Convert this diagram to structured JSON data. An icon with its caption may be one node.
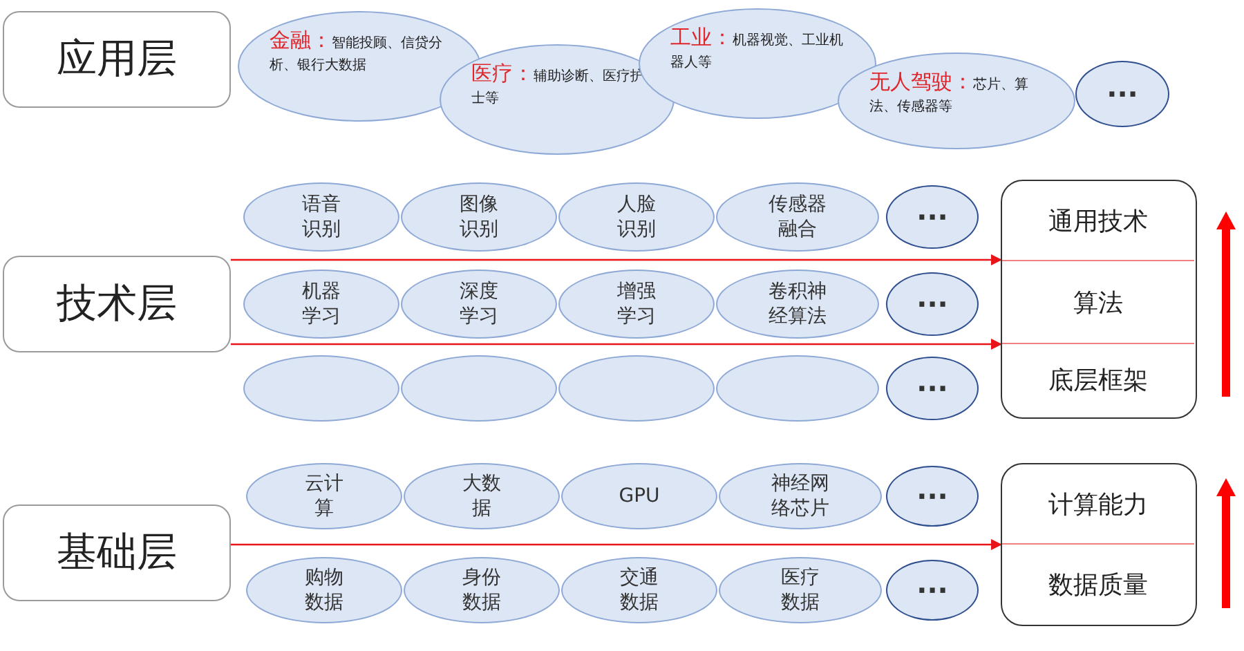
{
  "diagram": {
    "nodes": [
      {
        "text": [
          "应用层"
        ]
      },
      {
        "text": [
          "金融：",
          "智能投顾、信贷分析、银行大数据"
        ]
      },
      {
        "text": [
          "医疗：",
          "辅助诊断、医疗护士等"
        ]
      },
      {
        "text": [
          "工业：",
          "机器视觉、工业机器人等"
        ]
      },
      {
        "text": [
          "无人驾驶：",
          "芯片、算法、传感器等"
        ]
      },
      {
        "text": [
          "···"
        ]
      },
      {
        "text": [
          "技术层"
        ]
      },
      {
        "text": [
          "语音识别"
        ]
      },
      {
        "text": [
          "图像识别"
        ]
      },
      {
        "text": [
          "人脸识别"
        ]
      },
      {
        "text": [
          "传感器融合"
        ]
      },
      {
        "text": [
          "···"
        ]
      },
      {
        "text": [
          "机器学习"
        ]
      },
      {
        "text": [
          "深度学习"
        ]
      },
      {
        "text": [
          "增强学习"
        ]
      },
      {
        "text": [
          "卷积神经算法"
        ]
      },
      {
        "text": [
          "···"
        ]
      },
      {
        "text": [],
        "shape": "ellipse"
      },
      {
        "text": [],
        "shape": "ellipse"
      },
      {
        "text": [],
        "shape": "ellipse"
      },
      {
        "text": [],
        "shape": "ellipse"
      },
      {
        "text": [
          "···"
        ]
      },
      {
        "text": [],
        "shape": "box"
      },
      {
        "text": [
          "通用技术"
        ],
        "in": 22
      },
      {
        "text": [
          "算法"
        ],
        "in": 22
      },
      {
        "text": [
          "底层框架"
        ],
        "in": 22
      },
      {
        "text": [
          "基础层"
        ]
      },
      {
        "text": [
          "云计算"
        ]
      },
      {
        "text": [
          "大数据"
        ]
      },
      {
        "text": [
          "GPU"
        ]
      },
      {
        "text": [
          "神经网络芯片"
        ]
      },
      {
        "text": [
          "···"
        ]
      },
      {
        "text": [
          "购物数据"
        ]
      },
      {
        "text": [
          "身份数据"
        ]
      },
      {
        "text": [
          "交通数据"
        ]
      },
      {
        "text": [
          "医疗数据"
        ]
      },
      {
        "text": [
          "···"
        ]
      },
      {
        "text": [],
        "shape": "box"
      },
      {
        "text": [
          "计算能力"
        ],
        "in": 37
      },
      {
        "text": [
          "数据质量"
        ],
        "in": 37
      }
    ],
    "edges": [
      {
        "from": 6,
        "to": 22,
        "arrow": "to"
      },
      {
        "from": 6,
        "to": 22,
        "arrow": "to"
      },
      {
        "from": 26,
        "to": 37,
        "arrow": "to"
      }
    ]
  }
}
